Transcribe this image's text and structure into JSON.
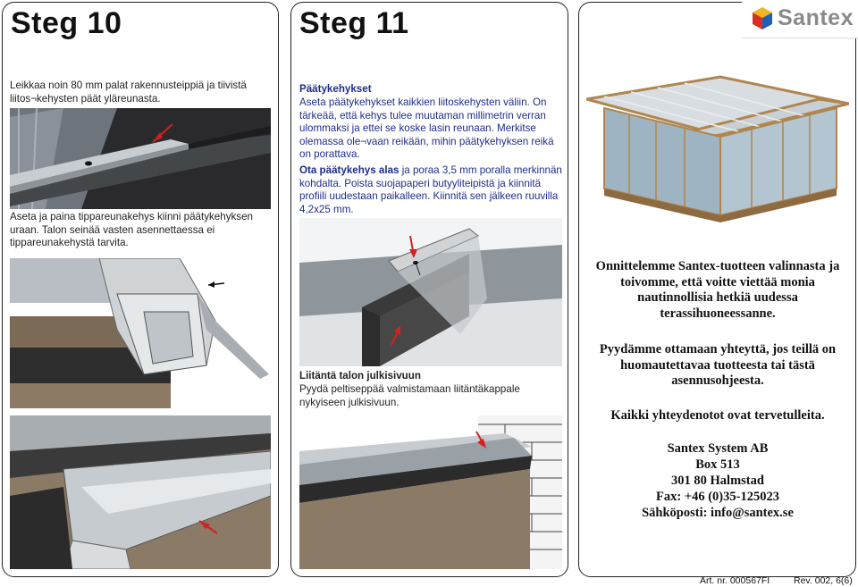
{
  "step10": {
    "heading": "Steg 10",
    "text1": "Leikkaa noin 80 mm palat rakennusteippiä ja tiivistä liitos¬kehysten päät yläreunasta.",
    "text2": "Aseta ja paina tippareunakehys kiinni päätykehyksen uraan. Talon seinää vasten asennettaessa ei tippareunakehystä tarvita."
  },
  "step11": {
    "heading": "Steg 11",
    "subtitle1": "Päätykehykset",
    "para1": "Aseta päätykehykset kaikkien liitoskehysten väliin. On tärkeää, että kehys tulee muutaman millimetrin verran ulommaksi ja ettei se koske lasin reunaan. Merkitse olemassa ole¬vaan reikään, mihin päätykehyksen reikä on porattava.",
    "bold_lead": "Ota päätykehys alas",
    "para2": " ja poraa 3,5 mm poralla merkinnän kohdalta. Poista suojapaperi butyyliteipistä ja kiinnitä profiili uudestaan paikalleen. Kiinnitä sen jälkeen ruuvilla 4,2x25 mm.",
    "subtitle2": "Liitäntä talon julkisivuun",
    "para3": "Pyydä peltiseppää valmistamaan liitäntäkappale nykyiseen julkisivuun."
  },
  "info": {
    "logo_text": "Santex",
    "congrats": "Onnittelemme Santex-tuotteen valinnasta ja toivomme, että voitte viettää monia nautinnollisia hetkiä uudessa terassihuoneessanne.",
    "contact_request": "Pyydämme ottamaan yhteyttä, jos teillä on huomautettavaa tuotteesta tai tästä asennusohjeesta.",
    "welcome": "Kaikki yhteydenotot ovat tervetulleita.",
    "address_lines": [
      "Santex System AB",
      "Box 513",
      "301 80 Halmstad",
      "Fax: +46 (0)35-125023",
      "Sähköposti: info@santex.se"
    ]
  },
  "footer": {
    "article": "Art. nr. 000567FI",
    "revision": "Rev. 002, 6(6)"
  },
  "colors": {
    "arrow_red": "#d42020",
    "accent_blue": "#1f2d8a"
  }
}
